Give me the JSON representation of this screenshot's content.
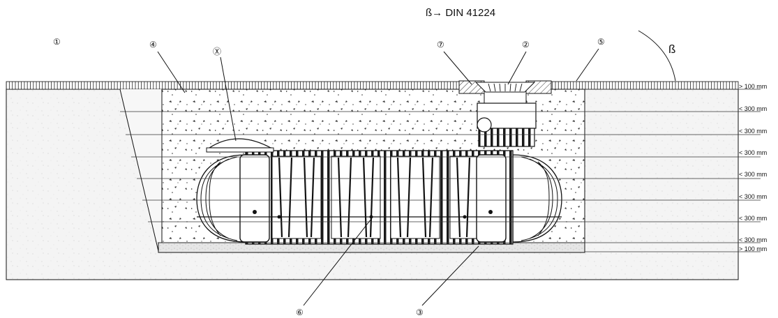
{
  "header": {
    "beta_ref": "ß→ DIN 41224"
  },
  "beta_label": "ß",
  "callouts": {
    "c1": "①",
    "c2": "②",
    "c3": "③",
    "c4": "④",
    "c5": "⑤",
    "c6": "⑥",
    "c7": "⑦",
    "cx": "Ⓧ"
  },
  "dimensions": [
    "> 100 mm",
    "< 300 mm",
    "< 300 mm",
    "< 300 mm",
    "< 300 mm",
    "< 300 mm",
    "< 300 mm",
    "< 300 mm",
    "> 100 mm"
  ],
  "colors": {
    "line": "#111111",
    "hatch": "#444444",
    "tank_rib": "#1a1a1a",
    "fill_grey": "#ececec"
  }
}
